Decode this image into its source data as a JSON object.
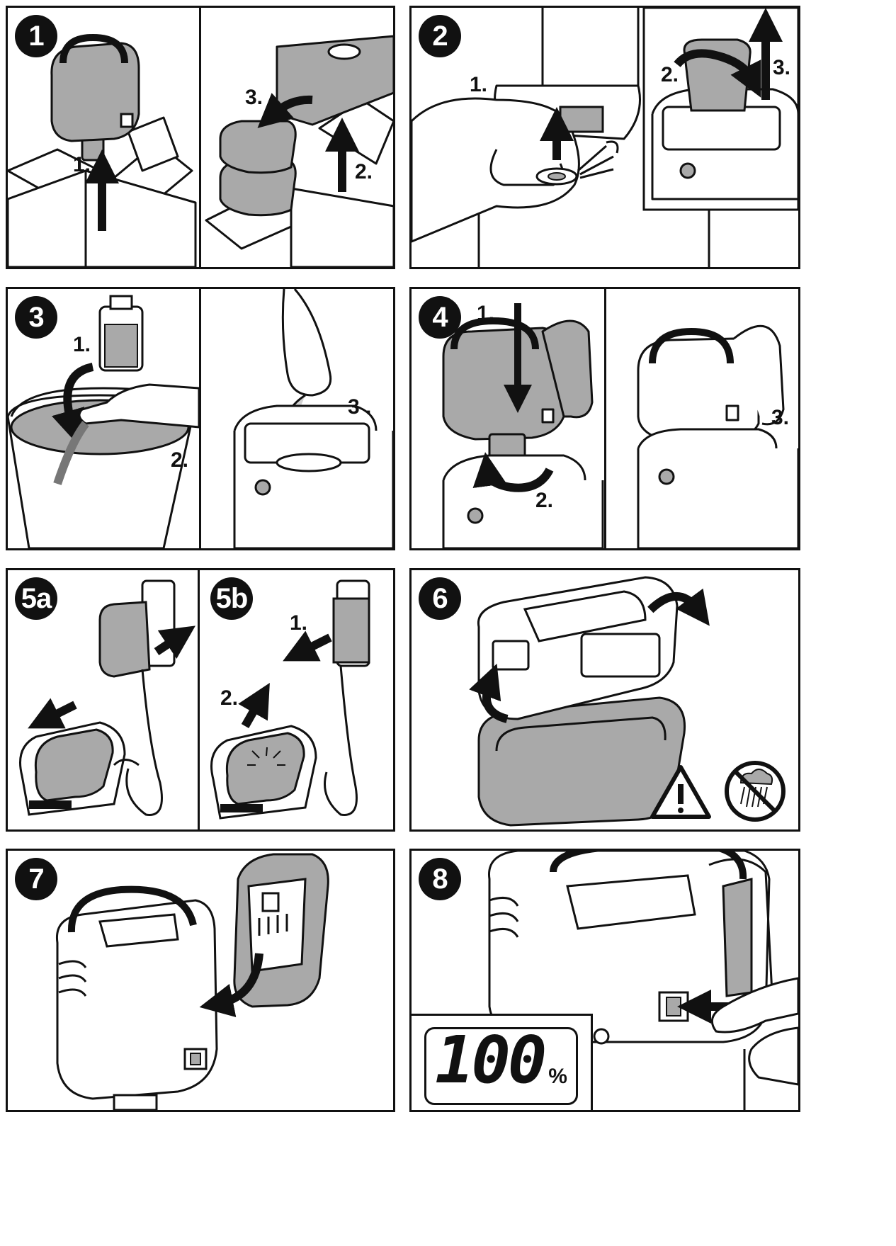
{
  "colors": {
    "ink": "#111111",
    "fill_gray": "#a9a9a9",
    "light_gray": "#d2d2d2",
    "paper": "#ffffff"
  },
  "steps": [
    {
      "badge": "1",
      "labels": [
        "1.",
        "3.",
        "2."
      ]
    },
    {
      "badge": "2",
      "labels": [
        "1.",
        "2.",
        "3."
      ]
    },
    {
      "badge": "3",
      "labels": [
        "1.",
        "2.",
        "3 ."
      ]
    },
    {
      "badge": "4",
      "labels": [
        "1.",
        "2.",
        "3."
      ]
    },
    {
      "badge": "5a",
      "labels": []
    },
    {
      "badge": "5b",
      "labels": [
        "1.",
        "2."
      ]
    },
    {
      "badge": "6",
      "labels": []
    },
    {
      "badge": "7",
      "labels": []
    },
    {
      "badge": "8",
      "labels": []
    }
  ],
  "display": {
    "value": "100",
    "unit": "%"
  },
  "icons": [
    "warning-triangle-icon",
    "no-rain-icon"
  ]
}
